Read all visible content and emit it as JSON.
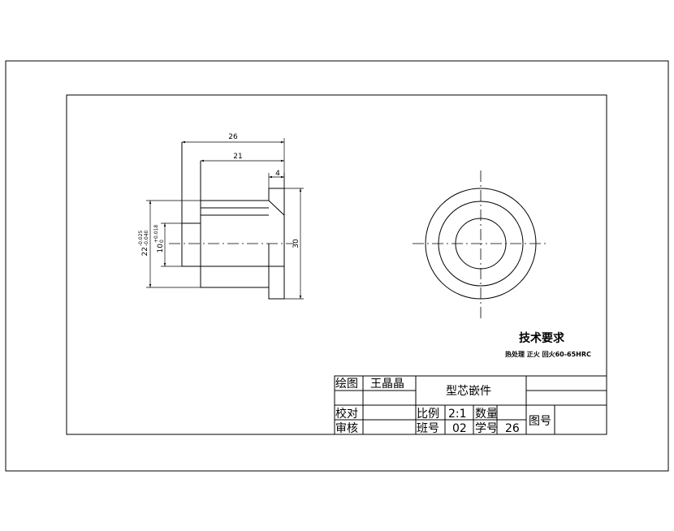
{
  "dimensions": {
    "length_total": "26",
    "length_inner": "21",
    "flange_width": "4",
    "flange_height": "30",
    "outer_diameter": "22",
    "outer_tolerance_upper": "-0.025",
    "outer_tolerance_lower": "-0.040",
    "inner_diameter": "10",
    "inner_tolerance_upper": "+0.018",
    "inner_tolerance_lower": "0"
  },
  "tech_requirements": {
    "title": "技术要求",
    "content": "热处理 正火 回火60-65HRC"
  },
  "title_block": {
    "drawn_by_label": "绘图",
    "drawn_by_name": "王晶晶",
    "part_name": "型芯嵌件",
    "checked_label": "校对",
    "approved_label": "审核",
    "scale_label": "比例",
    "scale_value": "2:1",
    "quantity_label": "数量",
    "class_label": "班号",
    "class_value": "02",
    "student_label": "学号",
    "student_value": "26",
    "drawing_no_label": "图号"
  }
}
